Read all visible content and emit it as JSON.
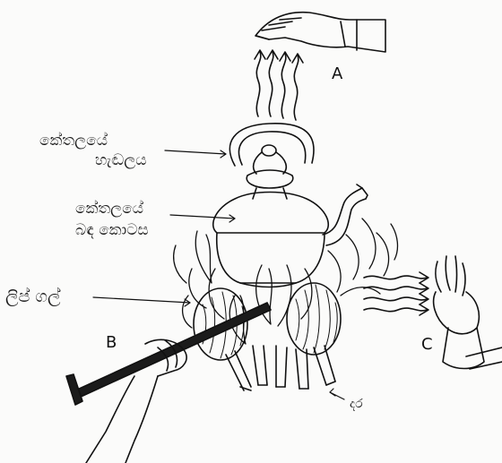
{
  "labels": {
    "kettle_handle_line1": "කේතලයේ",
    "kettle_handle_line2": "හැඬලය",
    "kettle_body_line1": "කේතලයේ",
    "kettle_body_line2": "බඳ කොටස",
    "bricks": "ලිප් ගල්",
    "firewood": "දර"
  },
  "letters": {
    "a": "A",
    "b": "B",
    "c": "C"
  },
  "colors": {
    "ink": "#111111",
    "paper": "#fbfbfa"
  }
}
